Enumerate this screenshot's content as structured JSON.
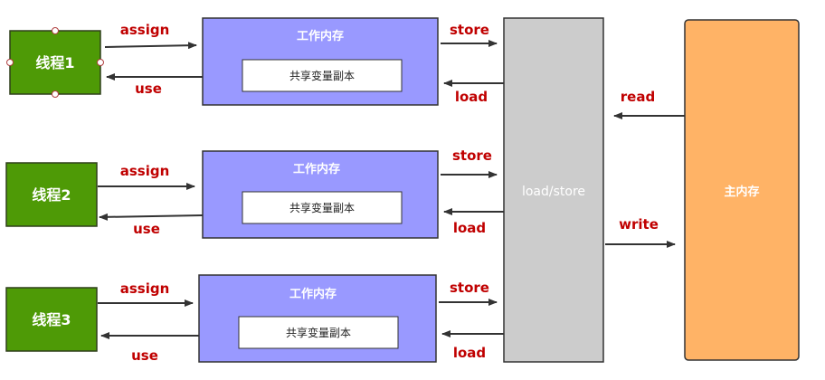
{
  "threads": [
    {
      "label": "线程1",
      "assign": "assign",
      "use": "use",
      "store": "store",
      "load": "load"
    },
    {
      "label": "线程2",
      "assign": "assign",
      "use": "use",
      "store": "store",
      "load": "load"
    },
    {
      "label": "线程3",
      "assign": "assign",
      "use": "use",
      "store": "store",
      "load": "load"
    }
  ],
  "working_memory": {
    "title": "工作内存",
    "copy": "共享变量副本"
  },
  "load_store": {
    "label": "load/store"
  },
  "main_memory": {
    "label": "主内存",
    "read": "read",
    "write": "write"
  },
  "colors": {
    "thread_fill": "#4e9a06",
    "thread_border": "#2f3f1a",
    "working_memory_fill": "#9999ff",
    "load_store_fill": "#cccccc",
    "main_memory_fill": "#ffb366",
    "label_red": "#c00000"
  }
}
